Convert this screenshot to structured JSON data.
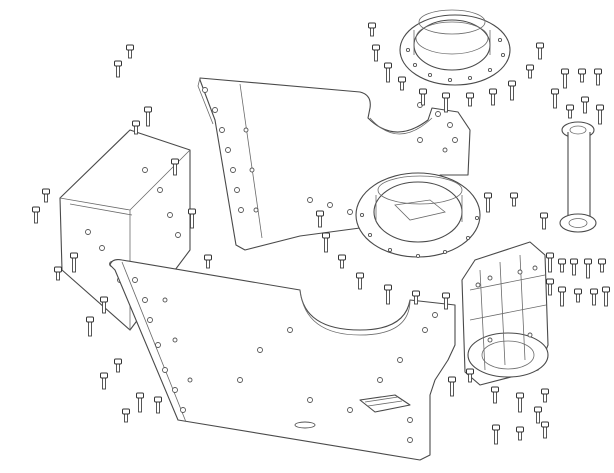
{
  "drawing": {
    "colors": {
      "line": "#4a4a4a",
      "background": "#ffffff"
    },
    "parts": [
      "back-side-plate",
      "front-side-plate",
      "left-end-block",
      "top-flange-ring",
      "middle-flange-ring",
      "cylinder-housing",
      "shaft-tube",
      "fastener-bolts"
    ]
  }
}
